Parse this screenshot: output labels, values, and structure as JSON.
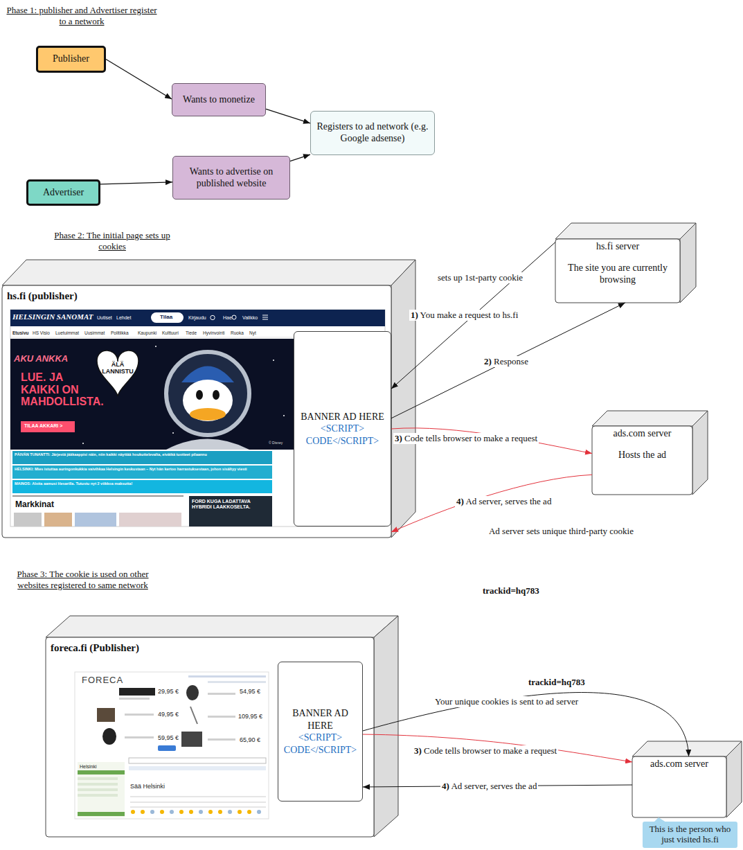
{
  "diagram": {
    "nodes": [
      {
        "text": [
          "Publisher"
        ]
      },
      {
        "text": [
          "Wants to monetize"
        ]
      },
      {
        "text": [
          "Registers to ad network (e.g. Google adsense)"
        ]
      },
      {
        "text": [
          "Wants to advertise on published website"
        ]
      },
      {
        "text": [
          "Advertiser"
        ]
      },
      {
        "text": [
          "hs.fi (publisher)"
        ]
      },
      {
        "text": [
          "BANNER AD HERE",
          "<SCRIPT> CODE</SCRIPT>"
        ],
        "in": 5
      },
      {
        "text": [
          "hs.fi server",
          "The site you are currently browsing"
        ]
      },
      {
        "text": [
          "ads.com server",
          "Hosts the ad"
        ]
      },
      {
        "text": [
          "foreca.fi (Publisher)"
        ]
      },
      {
        "text": [
          "BANNER AD HERE",
          "<SCRIPT> CODE</SCRIPT>"
        ],
        "in": 9
      },
      {
        "text": [
          "ads.com server"
        ]
      },
      {
        "text": [
          "This is the person who just visited hs.fi"
        ]
      }
    ],
    "edges": [
      {
        "from": 0,
        "to": 1,
        "arrow": "to"
      },
      {
        "from": 1,
        "to": 2,
        "arrow": "to"
      },
      {
        "from": 4,
        "to": 3,
        "arrow": "to"
      },
      {
        "from": 3,
        "to": 2,
        "arrow": "to"
      },
      {
        "from": 7,
        "to": 5,
        "label": "1) You make a request to hs.fi",
        "arrow": "to"
      },
      {
        "from": 5,
        "to": 7,
        "label": "2) Response",
        "arrow": "to"
      },
      {
        "from": 6,
        "to": 8,
        "label": "3) Code tells browser to make a request",
        "arrow": "to"
      },
      {
        "from": 8,
        "to": 5,
        "label": "4) Ad server, serves the ad",
        "arrow": "to"
      },
      {
        "from": 10,
        "to": 11,
        "label": "Your unique cookies is sent to ad server",
        "arrow": "to"
      },
      {
        "from": 10,
        "to": 11,
        "label": "3) Code tells browser to make a request",
        "arrow": "to"
      },
      {
        "from": 11,
        "to": 10,
        "label": "4) Ad server, serves the ad",
        "arrow": "to"
      }
    ],
    "labels": [
      "Phase 1: publisher and Advertiser register to a network",
      "Phase 2: The initial page sets up cookies",
      "sets up 1st-party cookie",
      "Ad server sets unique third-party cookie",
      "trackid=hq783",
      "Phase 3: The cookie is used on other websites registered to same network",
      "trackid=hq783",
      "HELSINGIN SANOMAT",
      "Uutiset",
      "Lehdet",
      "Tilaa",
      "Kirjaudu",
      "Hae",
      "Valikko",
      "Etusivu",
      "HS Visio",
      "Luetuimmat",
      "Uusimmat",
      "Politiikka",
      "Kaupunki",
      "Kulttuuri",
      "Tiede",
      "Hyvinvointi",
      "Ruoka",
      "Nyt",
      "AKU ANKKA",
      "LUE. JA KAIKKI ON MAHDOLLISTA.",
      "TILAA AKKARI >",
      "ÄLÄ LANNISTU",
      "© Disney",
      "PÄIVÄN TUNANTTI: Järjestä jääkaappisi näin, niin kaikki näyttää houkuttelevalta, eivätkä tuotteet pilaannu",
      "HELSINKI: Mies istuttaa auringonkukkia vaivihkaa Helsingin keskustaan – Nyt hän kertoo harrastuksestaan, johon sisältyy viesti",
      "MAINOS: Aloita aamusi Hesarilla. Tutustu nyt 2 viikkoa maksutta!",
      "Markkinat",
      "FORD KUGA LADATTAVA HYBRIDI LAAKKOSELTA.",
      "FORECA",
      "29,95 €",
      "54,95 €",
      "49,95 €",
      "109,95 €",
      "59,95 €",
      "65,90 €",
      "Helsinki",
      "Sää Helsinki"
    ]
  }
}
